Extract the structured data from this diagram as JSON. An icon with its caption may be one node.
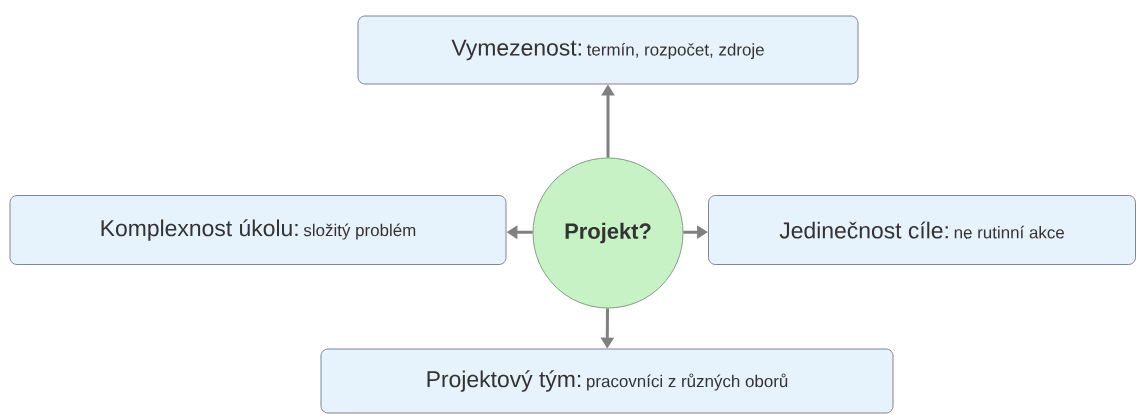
{
  "diagram": {
    "nodes": [
      {
        "text": [
          "Projekt?"
        ]
      },
      {
        "text": [
          "Vymezenost:",
          "termín, rozpočet, zdroje"
        ]
      },
      {
        "text": [
          "Komplexnost úkolu:",
          "složitý problém"
        ]
      },
      {
        "text": [
          "Jedinečnost cíle:",
          "ne rutinní akce"
        ]
      },
      {
        "text": [
          "Projektový tým:",
          "pracovníci z různých oborů"
        ]
      }
    ],
    "edges": [
      {
        "from": 0,
        "to": 1,
        "arrow": "to"
      },
      {
        "from": 0,
        "to": 2,
        "arrow": "to"
      },
      {
        "from": 0,
        "to": 3,
        "arrow": "to"
      },
      {
        "from": 0,
        "to": 4,
        "arrow": "to"
      }
    ]
  }
}
